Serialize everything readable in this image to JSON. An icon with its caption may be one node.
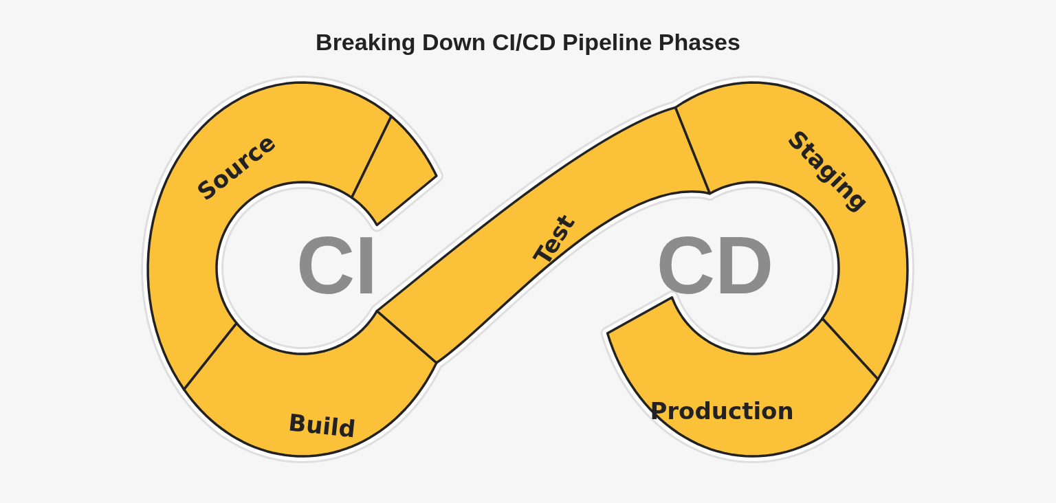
{
  "diagram": {
    "title": "Breaking Down CI/CD Pipeline Phases",
    "nodes": [
      {
        "text": [
          "Source"
        ]
      },
      {
        "text": [
          "Build"
        ]
      },
      {
        "text": [
          "Test"
        ]
      },
      {
        "text": [
          "Staging"
        ]
      },
      {
        "text": [
          "Production"
        ]
      },
      {
        "text": [],
        "shape": "bar"
      }
    ],
    "labels": [
      "CI",
      "CD"
    ]
  }
}
